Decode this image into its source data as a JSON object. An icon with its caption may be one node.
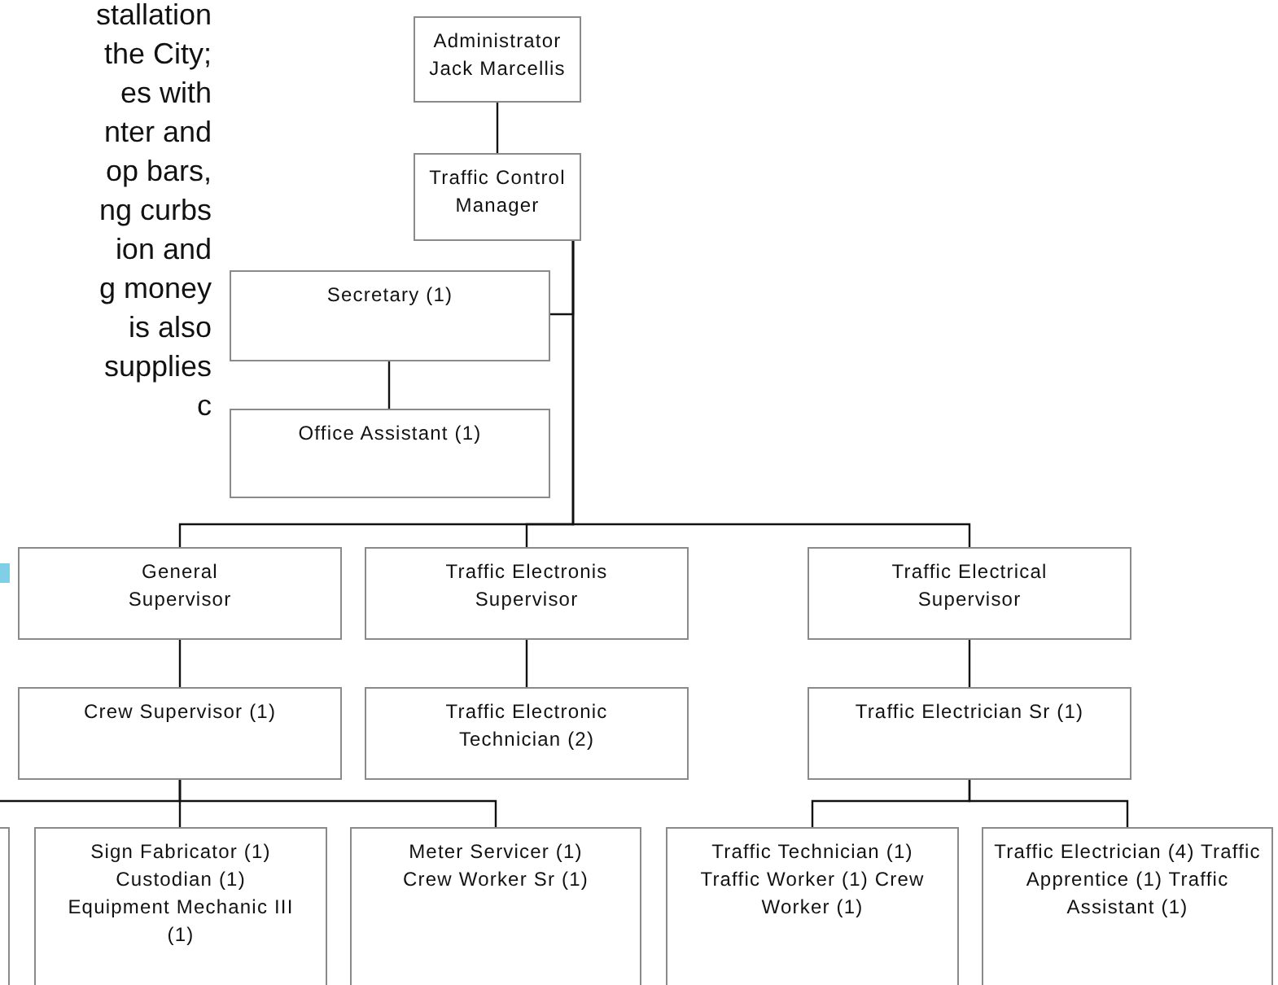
{
  "diagram": {
    "nodes": [
      {
        "text": [
          "Administrator Jack Marcellis"
        ]
      },
      {
        "text": [
          "Traffic Control Manager"
        ]
      },
      {
        "text": [
          "Secretary (1)"
        ]
      },
      {
        "text": [
          "Office Assistant (1)"
        ]
      },
      {
        "text": [
          "General Supervisor"
        ]
      },
      {
        "text": [
          "Traffic Electronis Supervisor"
        ]
      },
      {
        "text": [
          "Traffic Electrical Supervisor"
        ]
      },
      {
        "text": [
          "Crew Supervisor (1)"
        ]
      },
      {
        "text": [
          "Traffic Electronic Technician (2)"
        ]
      },
      {
        "text": [
          "Traffic Electrician Sr (1)"
        ]
      },
      {
        "text": [],
        "shape": "box"
      },
      {
        "text": [
          "Sign Fabricator (1) Custodian (1) Equipment Mechanic III (1)"
        ]
      },
      {
        "text": [
          "Meter Servicer (1) Crew Worker Sr (1)"
        ]
      },
      {
        "text": [
          "Traffic Technician (1) Traffic Worker (1) Crew Worker (1)"
        ]
      },
      {
        "text": [
          "Traffic Electrician (4) Traffic Apprentice (1) Traffic Assistant (1)"
        ]
      }
    ],
    "edges": [
      {
        "from": 0,
        "to": 1,
        "arrow": "none"
      },
      {
        "from": 1,
        "to": 2,
        "arrow": "none"
      },
      {
        "from": 2,
        "to": 3,
        "arrow": "none"
      },
      {
        "from": 1,
        "to": 4,
        "arrow": "none"
      },
      {
        "from": 1,
        "to": 5,
        "arrow": "none"
      },
      {
        "from": 1,
        "to": 6,
        "arrow": "none"
      },
      {
        "from": 4,
        "to": 7,
        "arrow": "none"
      },
      {
        "from": 5,
        "to": 8,
        "arrow": "none"
      },
      {
        "from": 6,
        "to": 9,
        "arrow": "none"
      },
      {
        "from": 7,
        "to": 10,
        "arrow": "none"
      },
      {
        "from": 7,
        "to": 11,
        "arrow": "none"
      },
      {
        "from": 7,
        "to": 12,
        "arrow": "none"
      },
      {
        "from": 9,
        "to": 13,
        "arrow": "none"
      },
      {
        "from": 9,
        "to": 14,
        "arrow": "none"
      }
    ],
    "labels": [
      "stallation",
      "the City;",
      "es with",
      "nter and",
      "op bars,",
      "ng curbs",
      "ion and",
      "g money",
      "is also",
      "supplies",
      "c"
    ]
  }
}
